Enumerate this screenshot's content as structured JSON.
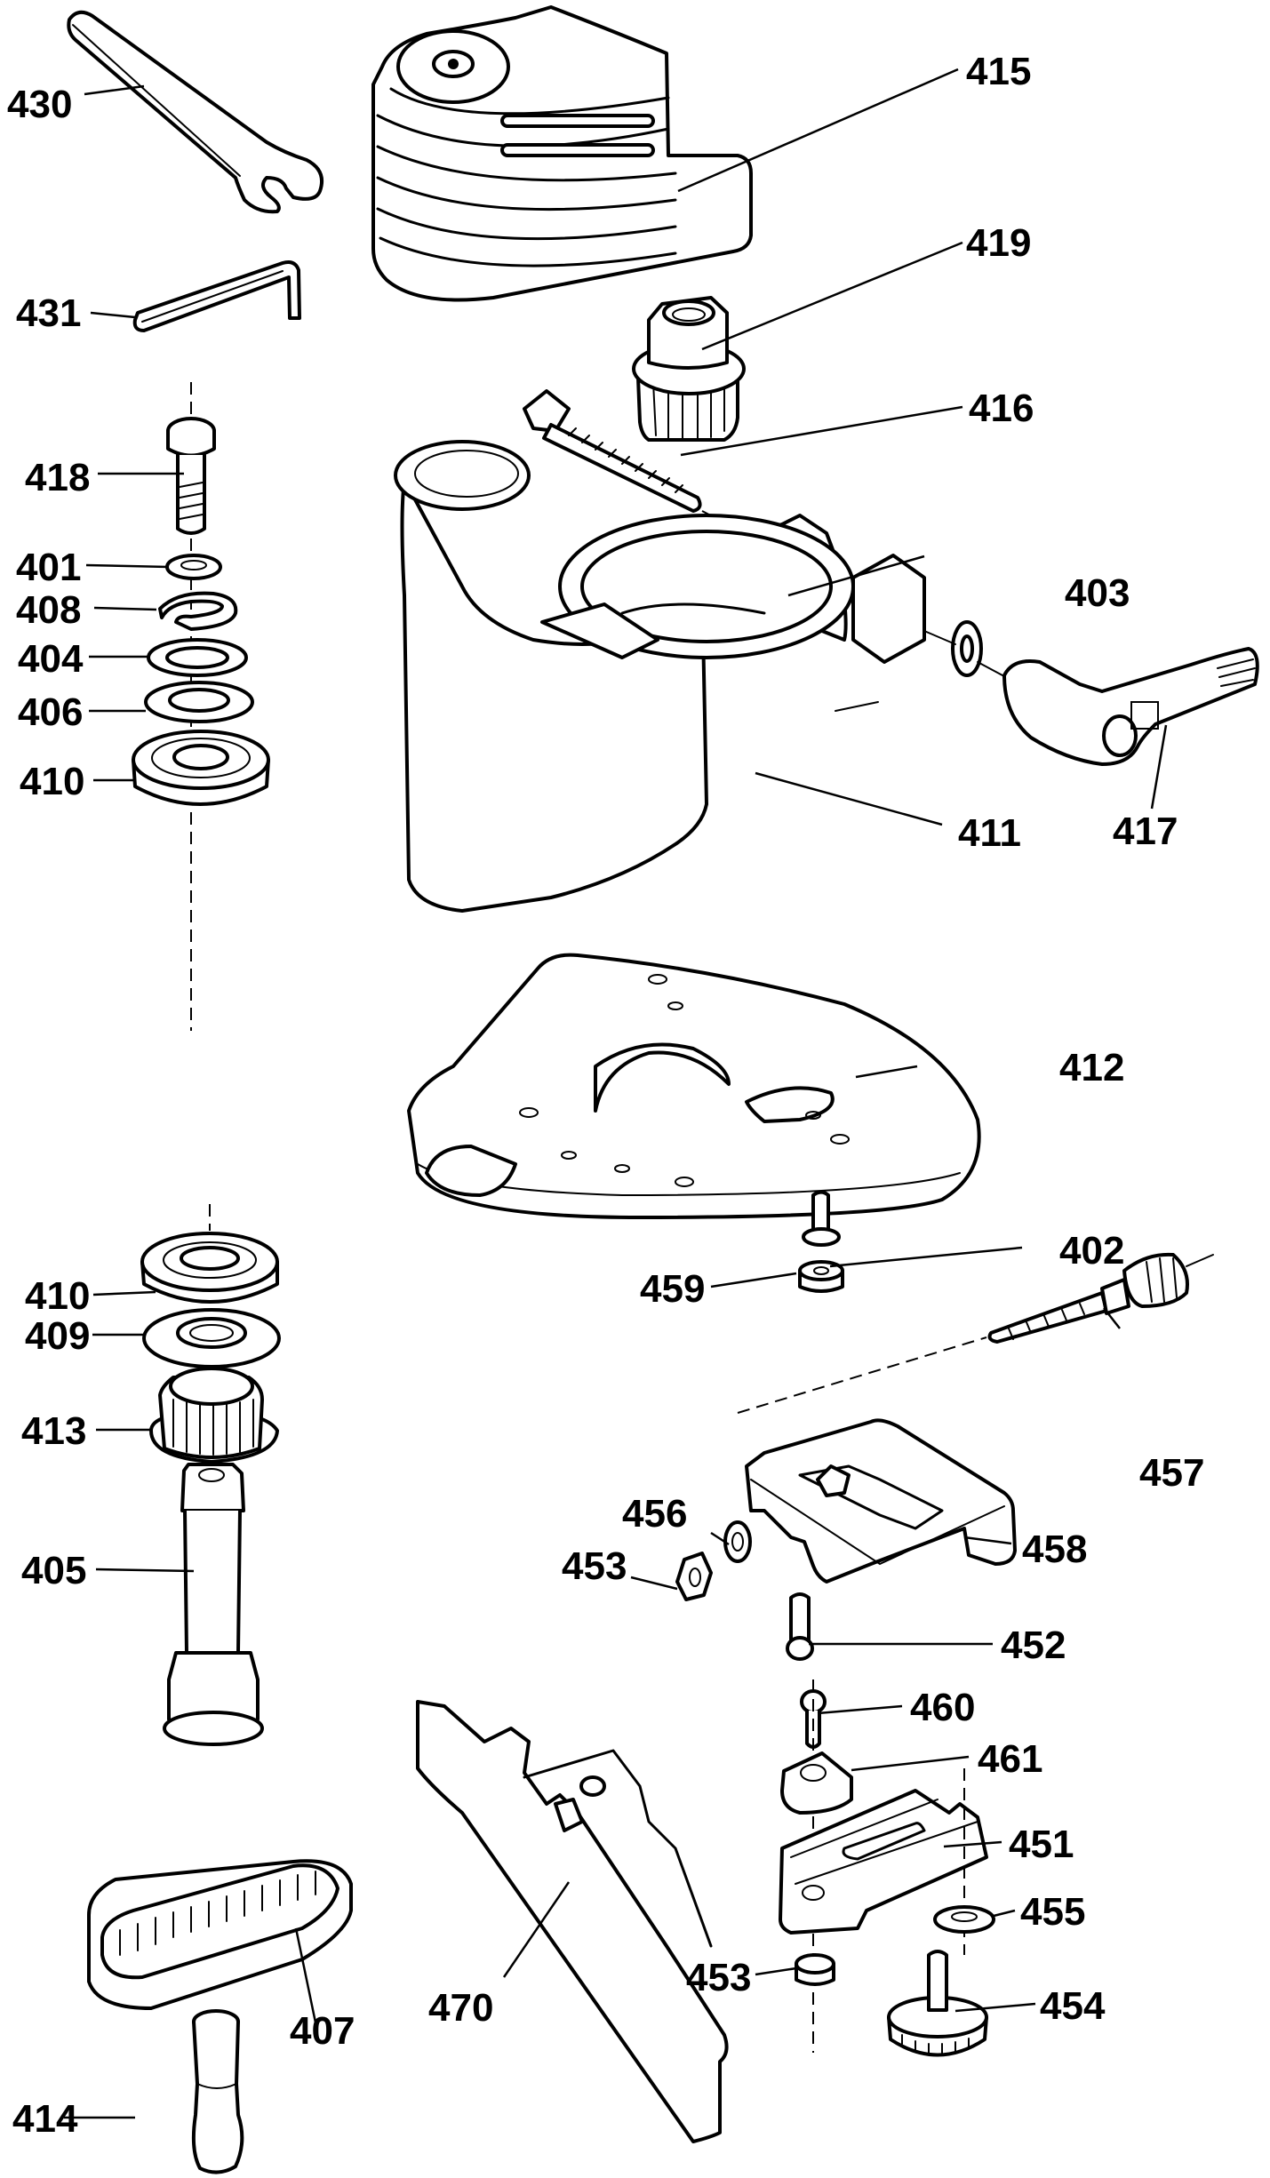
{
  "diagram": {
    "type": "exploded-parts-diagram",
    "colors": {
      "line": "#000000",
      "background": "#ffffff"
    },
    "parts": {
      "p401": {
        "number": "401",
        "name": "washer"
      },
      "p402": {
        "number": "402",
        "name": "screw"
      },
      "p403": {
        "number": "403",
        "name": "washer"
      },
      "p404": {
        "number": "404",
        "name": "flat washer"
      },
      "p405": {
        "number": "405",
        "name": "spindle"
      },
      "p406": {
        "number": "406",
        "name": "flat washer"
      },
      "p407": {
        "number": "407",
        "name": "toothed drive belt"
      },
      "p408": {
        "number": "408",
        "name": "circlip"
      },
      "p409": {
        "number": "409",
        "name": "washer"
      },
      "p410a": {
        "number": "410",
        "name": "ball bearing (upper)"
      },
      "p410b": {
        "number": "410",
        "name": "ball bearing (lower)"
      },
      "p411": {
        "number": "411",
        "name": "housing"
      },
      "p412": {
        "number": "412",
        "name": "base plate"
      },
      "p413": {
        "number": "413",
        "name": "pulley"
      },
      "p414": {
        "number": "414",
        "name": "pulley shaft"
      },
      "p415": {
        "number": "415",
        "name": "belt cover"
      },
      "p416": {
        "number": "416",
        "name": "screw"
      },
      "p417": {
        "number": "417",
        "name": "clamping lever"
      },
      "p418": {
        "number": "418",
        "name": "socket head screw"
      },
      "p419": {
        "number": "419",
        "name": "pulley nut"
      },
      "p430": {
        "number": "430",
        "name": "open-end spanner"
      },
      "p431": {
        "number": "431",
        "name": "hex key"
      },
      "p451": {
        "number": "451",
        "name": "guide bracket"
      },
      "p452": {
        "number": "452",
        "name": "screw"
      },
      "p453a": {
        "number": "453",
        "name": "nut (upper)"
      },
      "p453b": {
        "number": "453",
        "name": "nut (lower)"
      },
      "p454": {
        "number": "454",
        "name": "thumb screw"
      },
      "p455": {
        "number": "455",
        "name": "washer"
      },
      "p456": {
        "number": "456",
        "name": "lock washer"
      },
      "p457": {
        "number": "457",
        "name": "adjusting screw"
      },
      "p458": {
        "number": "458",
        "name": "carrier"
      },
      "p459": {
        "number": "459",
        "name": "nut"
      },
      "p460": {
        "number": "460",
        "name": "screw"
      },
      "p461": {
        "number": "461",
        "name": "clamp piece"
      },
      "p470": {
        "number": "470",
        "name": "fence"
      }
    }
  }
}
